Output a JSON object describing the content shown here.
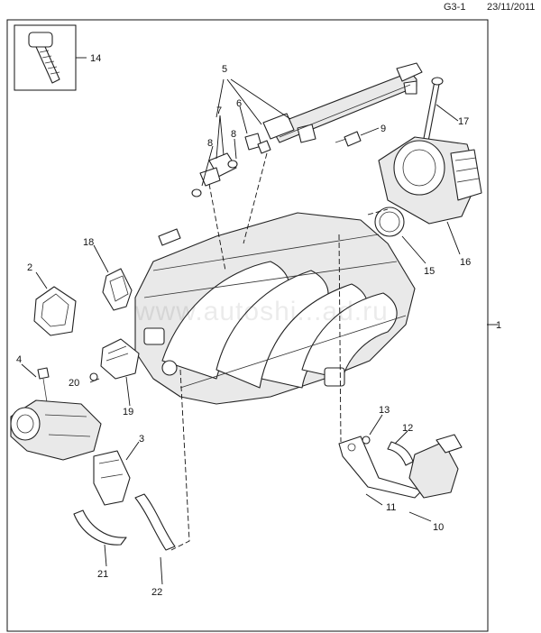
{
  "header": {
    "code": "G3-1",
    "date": "23/11/2011"
  },
  "watermark": "www.autoshi...ad.ru",
  "callouts": [
    {
      "id": "1",
      "label": "1"
    },
    {
      "id": "2",
      "label": "2"
    },
    {
      "id": "3",
      "label": "3"
    },
    {
      "id": "4",
      "label": "4"
    },
    {
      "id": "5",
      "label": "5"
    },
    {
      "id": "6",
      "label": "6"
    },
    {
      "id": "7",
      "label": "7"
    },
    {
      "id": "8a",
      "label": "8"
    },
    {
      "id": "8b",
      "label": "8"
    },
    {
      "id": "9",
      "label": "9"
    },
    {
      "id": "10",
      "label": "10"
    },
    {
      "id": "11",
      "label": "11"
    },
    {
      "id": "12",
      "label": "12"
    },
    {
      "id": "13",
      "label": "13"
    },
    {
      "id": "14",
      "label": "14"
    },
    {
      "id": "15",
      "label": "15"
    },
    {
      "id": "16",
      "label": "16"
    },
    {
      "id": "17",
      "label": "17"
    },
    {
      "id": "18",
      "label": "18"
    },
    {
      "id": "19",
      "label": "19"
    },
    {
      "id": "20",
      "label": "20"
    },
    {
      "id": "21",
      "label": "21"
    },
    {
      "id": "22",
      "label": "22"
    }
  ]
}
